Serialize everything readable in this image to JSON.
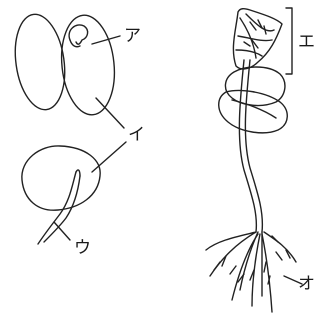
{
  "labels": {
    "a": "ア",
    "i": "イ",
    "u": "ウ",
    "e": "エ",
    "o": "オ"
  },
  "colors": {
    "ink": "#222222",
    "background": "#ffffff"
  }
}
